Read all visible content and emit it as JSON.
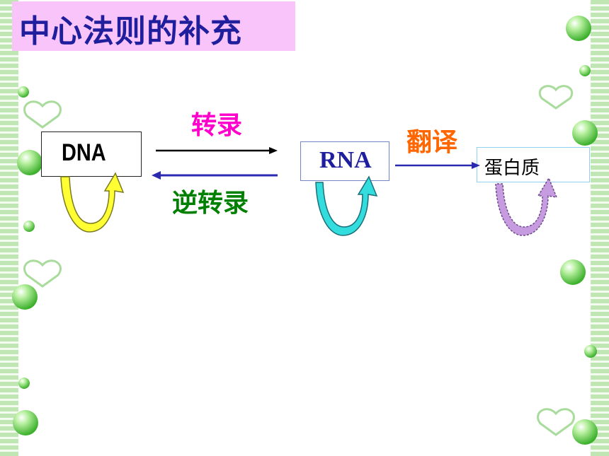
{
  "slide": {
    "title": "中心法则的补充"
  },
  "diagram": {
    "nodes": {
      "dna": "DNA",
      "rna": "RNA",
      "protein": "蛋白质"
    },
    "edges": {
      "transcription": "转录",
      "reverse_transcription": "逆转录",
      "translation": "翻译"
    },
    "colors": {
      "title_bg": "#f9c4f9",
      "title_text": "#1f1f9e",
      "transcription": "#ff00cc",
      "reverse_transcription": "#008000",
      "translation": "#ff6600",
      "dna_loop": "#ffff33",
      "rna_loop": "#33dddd",
      "protein_loop": "#c79be0"
    }
  }
}
